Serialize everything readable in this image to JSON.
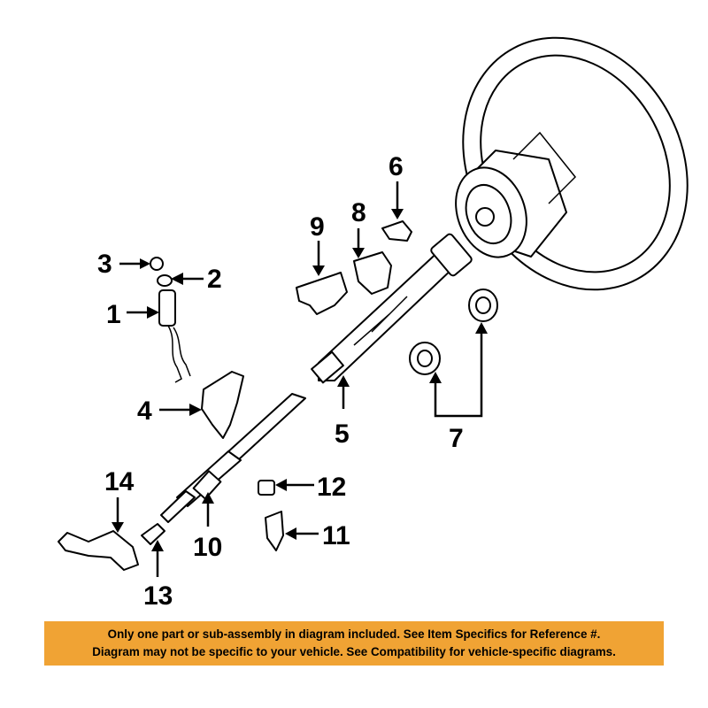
{
  "callouts": {
    "c1": "1",
    "c2": "2",
    "c3": "3",
    "c4": "4",
    "c5": "5",
    "c6": "6",
    "c7": "7",
    "c8": "8",
    "c9": "9",
    "c10": "10",
    "c11": "11",
    "c12": "12",
    "c13": "13",
    "c14": "14"
  },
  "notice": {
    "line1": "Only one part or sub-assembly in diagram included. See Item Specifics for Reference #.",
    "line2": "Diagram may not be specific to your vehicle. See Compatibility for vehicle-specific diagrams."
  },
  "colors": {
    "notice_background": "#f0a334",
    "line_art": "#000000"
  }
}
